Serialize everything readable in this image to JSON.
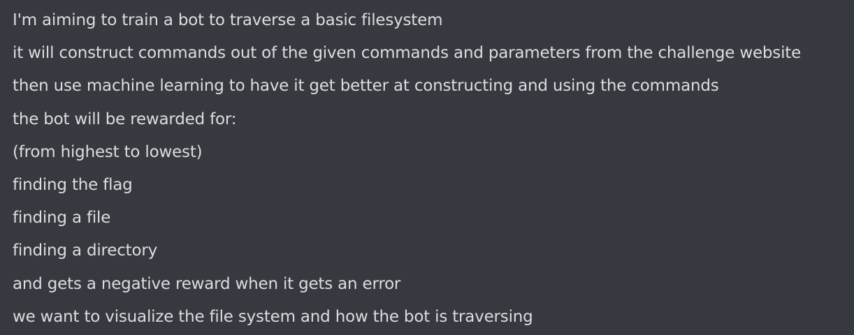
{
  "messages": [
    {
      "text": "I'm aiming to train a bot to traverse a basic filesystem"
    },
    {
      "text": "it will construct commands out of the given commands and parameters from the challenge website"
    },
    {
      "text": "then use machine learning to have it get better at constructing and using the commands"
    },
    {
      "text": "the bot will be rewarded for:"
    },
    {
      "text": "(from highest to lowest)"
    },
    {
      "text": "finding the flag"
    },
    {
      "text": "finding a file"
    },
    {
      "text": "finding a directory"
    },
    {
      "text": "and gets a negative reward when it gets an error"
    },
    {
      "text": "we want to visualize the file system and how the bot is traversing"
    }
  ],
  "colors": {
    "background": "#36393f",
    "text": "#dcddde"
  }
}
